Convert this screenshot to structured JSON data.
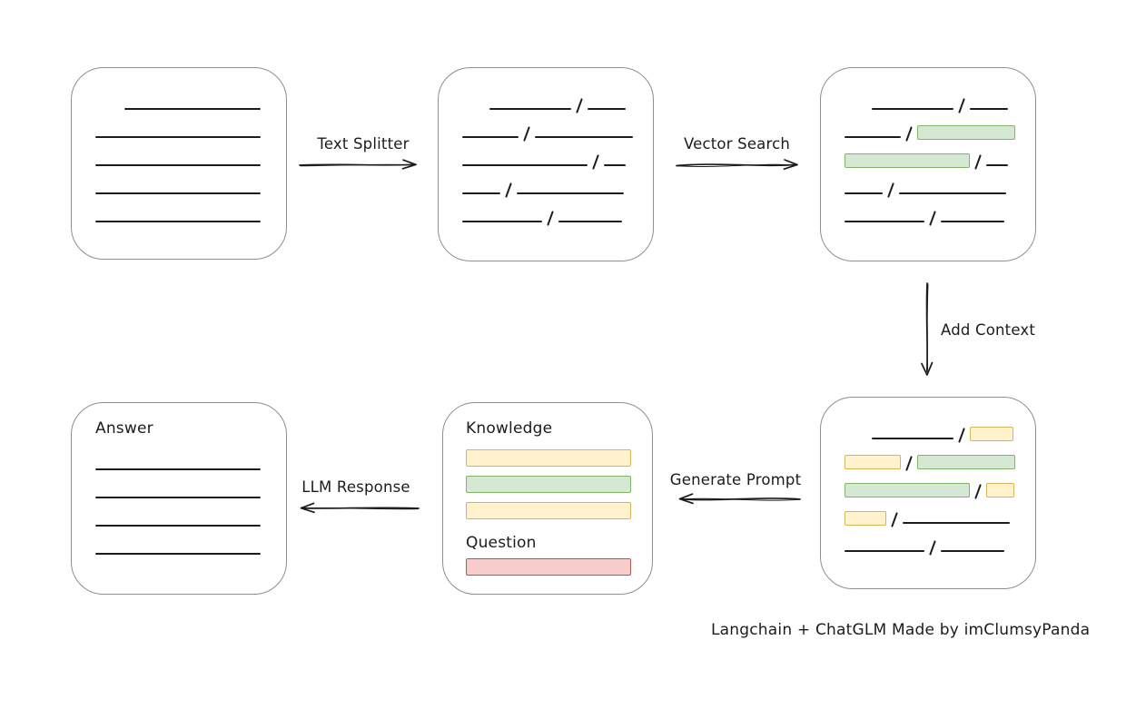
{
  "caption": "Langchain + ChatGLM Made by imClumsyPanda",
  "arrows": {
    "text_splitter": "Text Splitter",
    "vector_search": "Vector Search",
    "add_context": "Add Context",
    "generate_prompt": "Generate Prompt",
    "llm_response": "LLM Response"
  },
  "colors": {
    "ink": "#1c1c1c",
    "box_border": "#8f8f8f",
    "green_fill": "#d5e8d4",
    "green_border": "#82b366",
    "yellow_fill": "#fff2cc",
    "yellow_border": "#d6b656",
    "red_fill": "#f8cecc",
    "red_border": "#b85450"
  },
  "document_box": {
    "rows": [
      {
        "indent": 32,
        "segments": [
          {
            "t": "line",
            "w": 150
          }
        ]
      },
      {
        "segments": [
          {
            "t": "line",
            "w": 182
          }
        ]
      },
      {
        "segments": [
          {
            "t": "line",
            "w": 182
          }
        ]
      },
      {
        "segments": [
          {
            "t": "line",
            "w": 182
          }
        ]
      },
      {
        "segments": [
          {
            "t": "line",
            "w": 182
          }
        ]
      }
    ]
  },
  "chunks_box": {
    "rows": [
      {
        "indent": 30,
        "segments": [
          {
            "t": "line",
            "w": 90
          },
          {
            "t": "line",
            "w": 42
          }
        ]
      },
      {
        "segments": [
          {
            "t": "line",
            "w": 62
          },
          {
            "t": "line",
            "w": 108
          }
        ]
      },
      {
        "segments": [
          {
            "t": "line",
            "w": 138
          },
          {
            "t": "line",
            "w": 24
          }
        ]
      },
      {
        "segments": [
          {
            "t": "line",
            "w": 42
          },
          {
            "t": "line",
            "w": 118
          }
        ]
      },
      {
        "segments": [
          {
            "t": "line",
            "w": 88
          },
          {
            "t": "line",
            "w": 70
          }
        ]
      }
    ]
  },
  "search_box": {
    "rows": [
      {
        "indent": 30,
        "segments": [
          {
            "t": "line",
            "w": 90
          },
          {
            "t": "line",
            "w": 42
          }
        ]
      },
      {
        "segments": [
          {
            "t": "line",
            "w": 62
          },
          {
            "t": "green",
            "w": 108
          }
        ]
      },
      {
        "segments": [
          {
            "t": "green",
            "w": 138
          },
          {
            "t": "line",
            "w": 24
          }
        ]
      },
      {
        "segments": [
          {
            "t": "line",
            "w": 42
          },
          {
            "t": "line",
            "w": 118
          }
        ]
      },
      {
        "segments": [
          {
            "t": "line",
            "w": 88
          },
          {
            "t": "line",
            "w": 70
          }
        ]
      }
    ]
  },
  "context_box": {
    "rows": [
      {
        "indent": 30,
        "segments": [
          {
            "t": "line",
            "w": 90
          },
          {
            "t": "yellow",
            "w": 48
          }
        ]
      },
      {
        "segments": [
          {
            "t": "yellow",
            "w": 62
          },
          {
            "t": "green",
            "w": 108
          }
        ]
      },
      {
        "segments": [
          {
            "t": "green",
            "w": 138
          },
          {
            "t": "yellow",
            "w": 31
          }
        ]
      },
      {
        "segments": [
          {
            "t": "yellow",
            "w": 46
          },
          {
            "t": "line",
            "w": 118
          }
        ]
      },
      {
        "segments": [
          {
            "t": "line",
            "w": 88
          },
          {
            "t": "line",
            "w": 70
          }
        ]
      }
    ]
  },
  "prompt_box": {
    "knowledge_label": "Knowledge",
    "question_label": "Question",
    "knowledge_bars": [
      "yellow",
      "green",
      "yellow"
    ],
    "question_bars": [
      "red"
    ]
  },
  "answer_box": {
    "label": "Answer",
    "rows": [
      {
        "segments": [
          {
            "t": "line",
            "w": 182
          }
        ]
      },
      {
        "segments": [
          {
            "t": "line",
            "w": 182
          }
        ]
      },
      {
        "segments": [
          {
            "t": "line",
            "w": 182
          }
        ]
      },
      {
        "segments": [
          {
            "t": "line",
            "w": 182
          }
        ]
      }
    ]
  }
}
